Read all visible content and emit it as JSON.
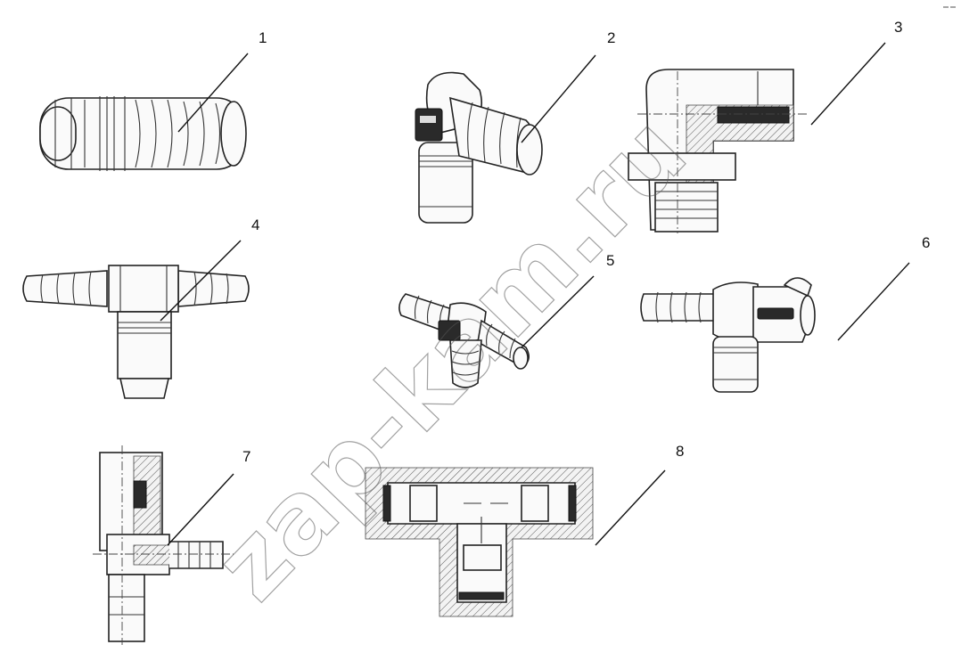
{
  "callouts": [
    "1",
    "2",
    "3",
    "4",
    "5",
    "6",
    "7",
    "8"
  ],
  "watermark": "zap-kam.ru",
  "parts": [
    {
      "callout": "1",
      "icon": "straight-hose-connector-icon"
    },
    {
      "callout": "2",
      "icon": "elbow-connector-icon"
    },
    {
      "callout": "3",
      "icon": "elbow-fitting-section-icon"
    },
    {
      "callout": "4",
      "icon": "tee-connector-icon"
    },
    {
      "callout": "5",
      "icon": "tee-connector-angled-icon"
    },
    {
      "callout": "6",
      "icon": "tee-with-plug-icon"
    },
    {
      "callout": "7",
      "icon": "angle-fitting-section-icon"
    },
    {
      "callout": "8",
      "icon": "tee-fitting-section-icon"
    }
  ]
}
